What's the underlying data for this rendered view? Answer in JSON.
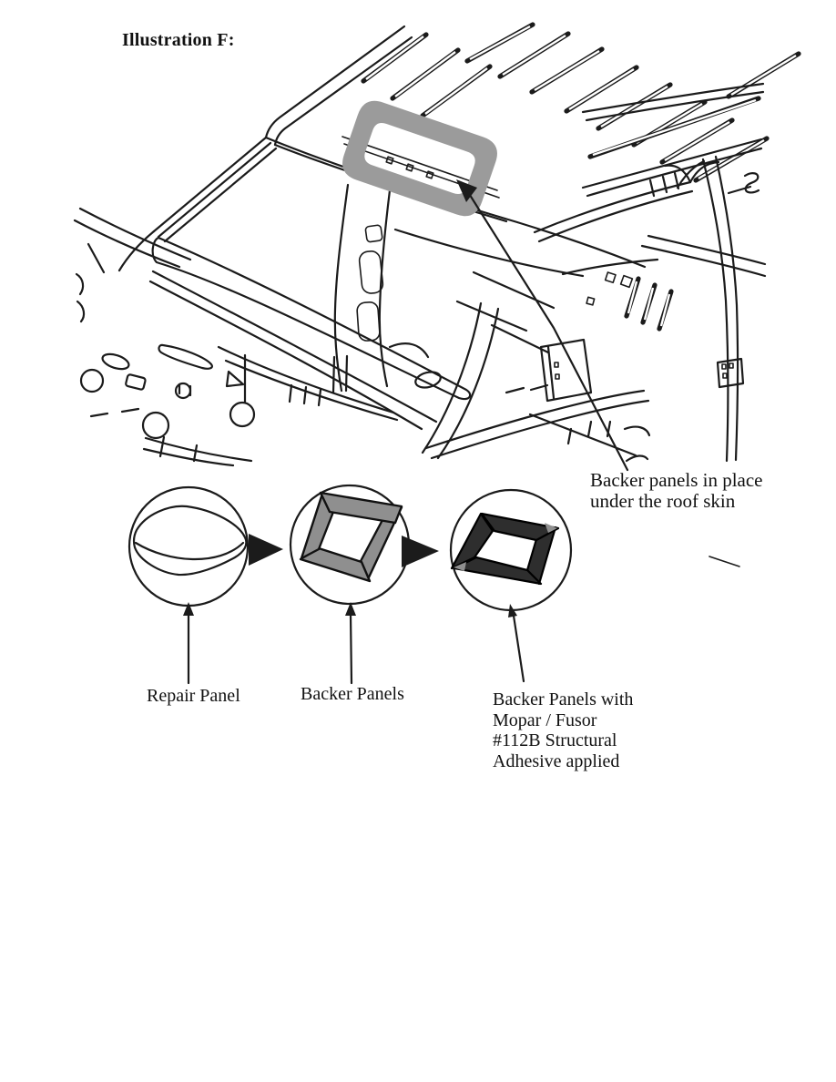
{
  "page": {
    "background": "#ffffff"
  },
  "header": {
    "title": "Illustration F:"
  },
  "illustration": {
    "subject": "truck cab body structure with roof repair area highlighted",
    "annotation_lines": [
      "Backer panels in place",
      "under the roof skin"
    ],
    "colors": {
      "line": "#1b1b1b",
      "highlight_gray": "#9b9b9b",
      "backer_gray": "#8f8f8f",
      "adhesive_dark": "#2e2e2e",
      "background": "#ffffff"
    }
  },
  "process": {
    "steps": [
      {
        "name": "repair-panel",
        "caption_lines": [
          "Repair Panel"
        ]
      },
      {
        "name": "backer-panels",
        "caption_lines": [
          "Backer Panels"
        ]
      },
      {
        "name": "backer-panels-adhesive",
        "caption_lines": [
          "Backer Panels with",
          "Mopar / Fusor",
          "#112B Structural",
          "Adhesive applied"
        ]
      }
    ]
  }
}
